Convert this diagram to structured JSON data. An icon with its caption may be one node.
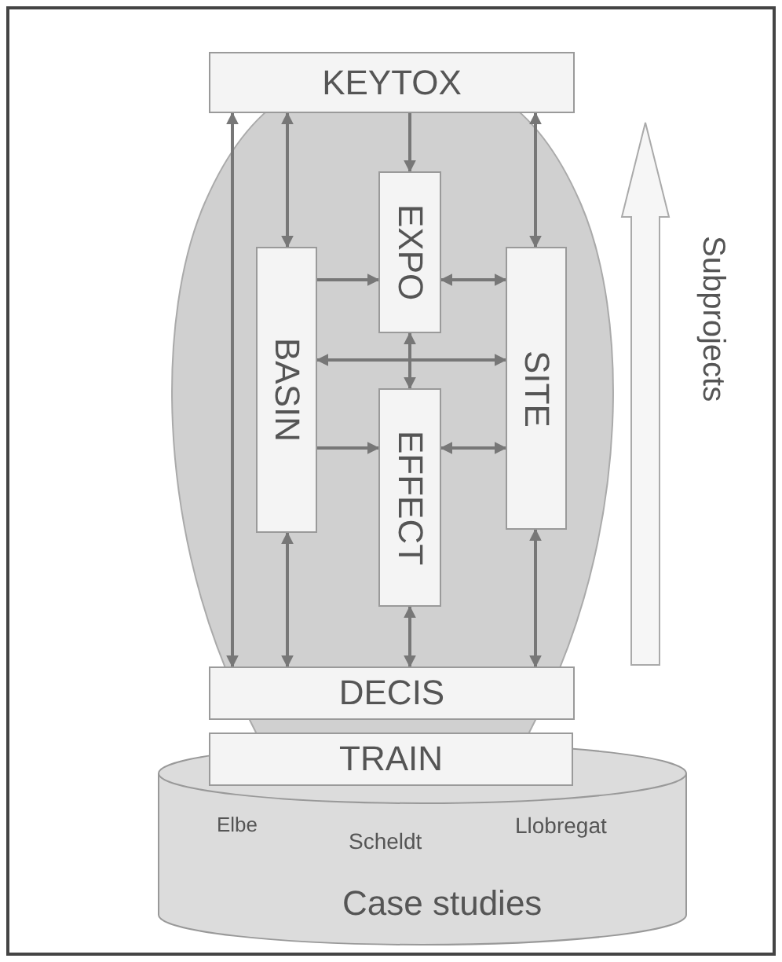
{
  "diagram": {
    "nodes": [
      {
        "text": [
          "KEYTOX"
        ]
      },
      {
        "text": [
          "EXPO"
        ]
      },
      {
        "text": [
          "BASIN"
        ]
      },
      {
        "text": [
          "SITE"
        ]
      },
      {
        "text": [
          "EFFECT"
        ]
      },
      {
        "text": [
          "DECIS"
        ]
      },
      {
        "text": [
          "TRAIN"
        ]
      },
      {
        "text": [
          "Elbe",
          "Scheldt",
          "Llobregat",
          "Case studies"
        ]
      }
    ],
    "edges": [
      {
        "from": 5,
        "to": 0,
        "arrow": "both"
      },
      {
        "from": 0,
        "to": 2,
        "arrow": "both"
      },
      {
        "from": 0,
        "to": 1,
        "arrow": "to"
      },
      {
        "from": 0,
        "to": 3,
        "arrow": "both"
      },
      {
        "from": 2,
        "to": 1,
        "arrow": "to"
      },
      {
        "from": 1,
        "to": 3,
        "arrow": "both"
      },
      {
        "from": 2,
        "to": 3,
        "arrow": "both"
      },
      {
        "from": 1,
        "to": 4,
        "arrow": "both"
      },
      {
        "from": 2,
        "to": 4,
        "arrow": "to"
      },
      {
        "from": 4,
        "to": 3,
        "arrow": "both"
      },
      {
        "from": 2,
        "to": 5,
        "arrow": "both"
      },
      {
        "from": 4,
        "to": 5,
        "arrow": "both"
      },
      {
        "from": 3,
        "to": 5,
        "arrow": "both"
      }
    ],
    "labels": [
      "Subprojects"
    ]
  }
}
